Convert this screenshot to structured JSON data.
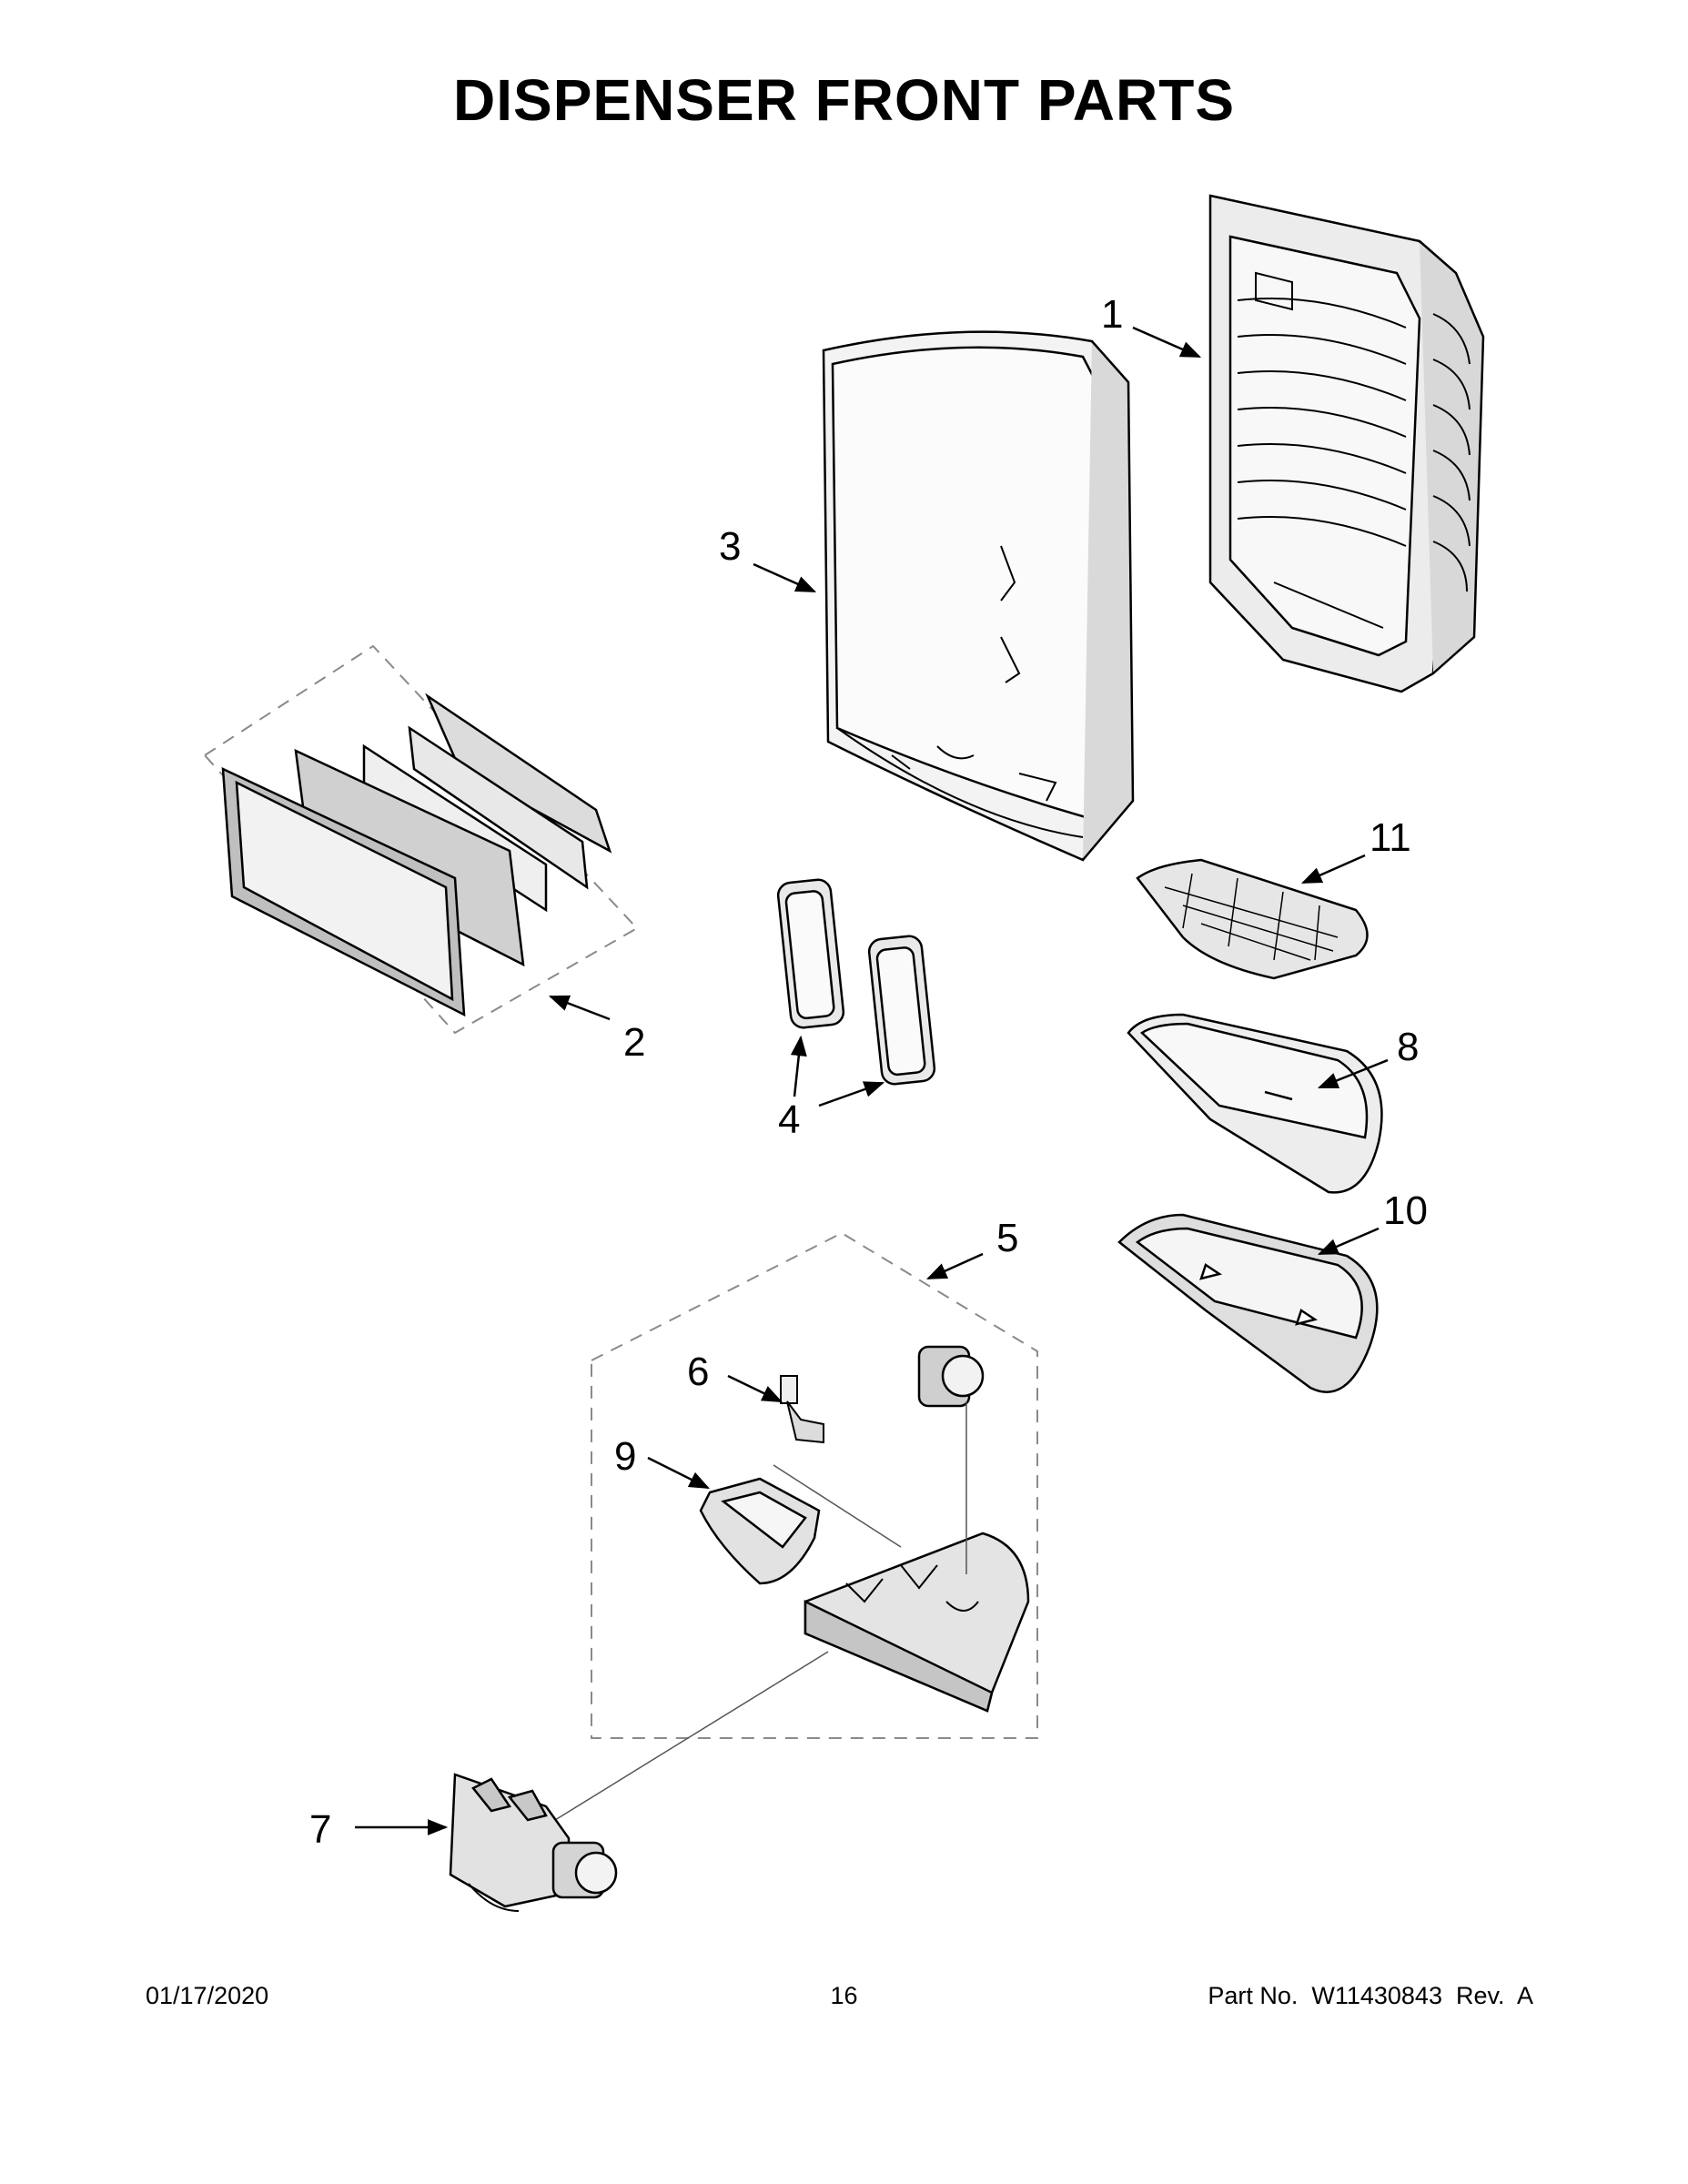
{
  "page": {
    "title": "DISPENSER FRONT PARTS"
  },
  "callouts": [
    "1",
    "2",
    "3",
    "4",
    "5",
    "6",
    "7",
    "8",
    "9",
    "10",
    "11"
  ],
  "footer": {
    "date": "01/17/2020",
    "page_number": "16",
    "part_number": "Part No.  W11430843  Rev.  A"
  },
  "colors": {
    "ink": "#000000",
    "part_fill": "#e6e6e6",
    "part_shade": "#c8c8c8",
    "dashed_box": "#8a8a8a"
  }
}
